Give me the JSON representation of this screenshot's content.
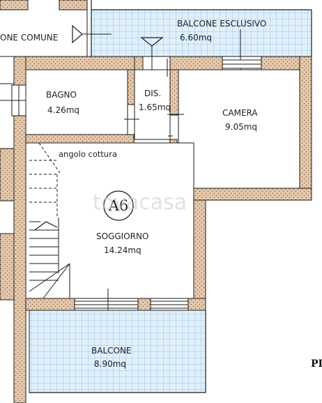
{
  "rooms": {
    "balcone_esclusivo": {
      "name": "BALCONE ESCLUSIVO",
      "area": "6.60mq"
    },
    "corridoio_comune": {
      "name": "ONE COMUNE"
    },
    "bagno": {
      "name": "BAGNO",
      "area": "4.26mq"
    },
    "disimpegno": {
      "name": "DIS.",
      "area": "1.65mq"
    },
    "camera": {
      "name": "CAMERA",
      "area": "9.05mq"
    },
    "angolo_cottura": {
      "name": "angolo cottura"
    },
    "soggiorno": {
      "name": "SOGGIORNO",
      "area": "14.24mq"
    },
    "balcone": {
      "name": "BALCONE",
      "area": "8.90mq"
    }
  },
  "unit_label": "A6",
  "watermark": "tovacasa",
  "edge_text": "PI",
  "colors": {
    "wall_fill": "#e6c9ad",
    "wall_stroke": "#1a1a1a",
    "balcony_fill": "#e0f0fb",
    "balcony_grid": "#8ab7d6"
  }
}
